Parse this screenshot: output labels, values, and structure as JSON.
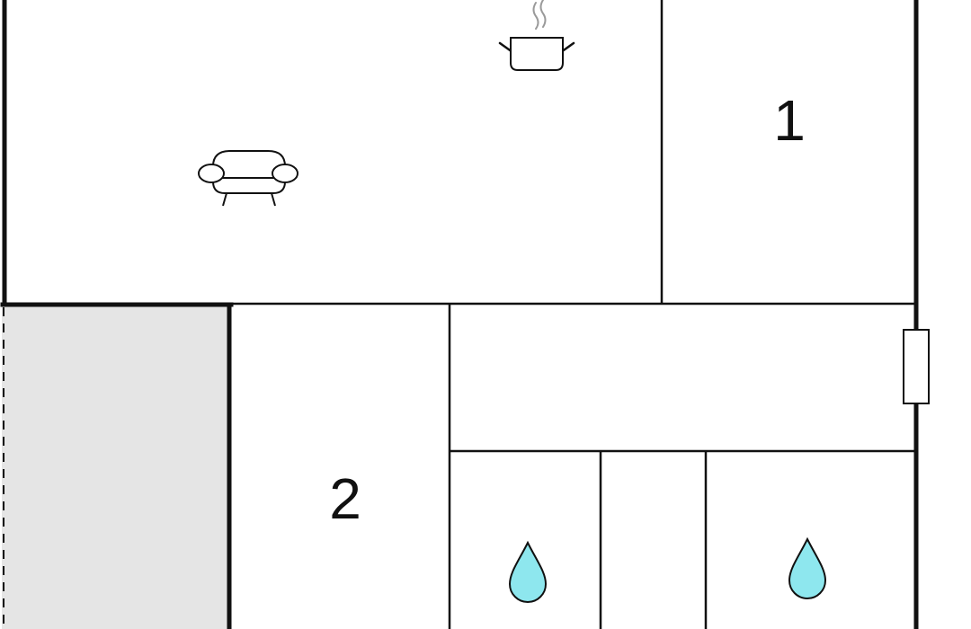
{
  "floor_plan": {
    "rooms": [
      {
        "id": "living-kitchen",
        "label": "",
        "icons": [
          "sofa-icon",
          "cooking-pot-icon"
        ]
      },
      {
        "id": "bedroom-1",
        "label": "1"
      },
      {
        "id": "bedroom-2",
        "label": "2"
      },
      {
        "id": "hallway",
        "label": ""
      },
      {
        "id": "bathroom-left",
        "label": "",
        "icons": [
          "water-drop-icon"
        ]
      },
      {
        "id": "utility",
        "label": ""
      },
      {
        "id": "bathroom-right",
        "label": "",
        "icons": [
          "water-drop-icon"
        ]
      },
      {
        "id": "terrace",
        "label": ""
      }
    ],
    "colors": {
      "wall": "#111111",
      "terrace_fill": "#e5e5e5",
      "water_drop": "#8ee7ee",
      "steam": "#9a9a9a",
      "background": "#ffffff"
    }
  }
}
